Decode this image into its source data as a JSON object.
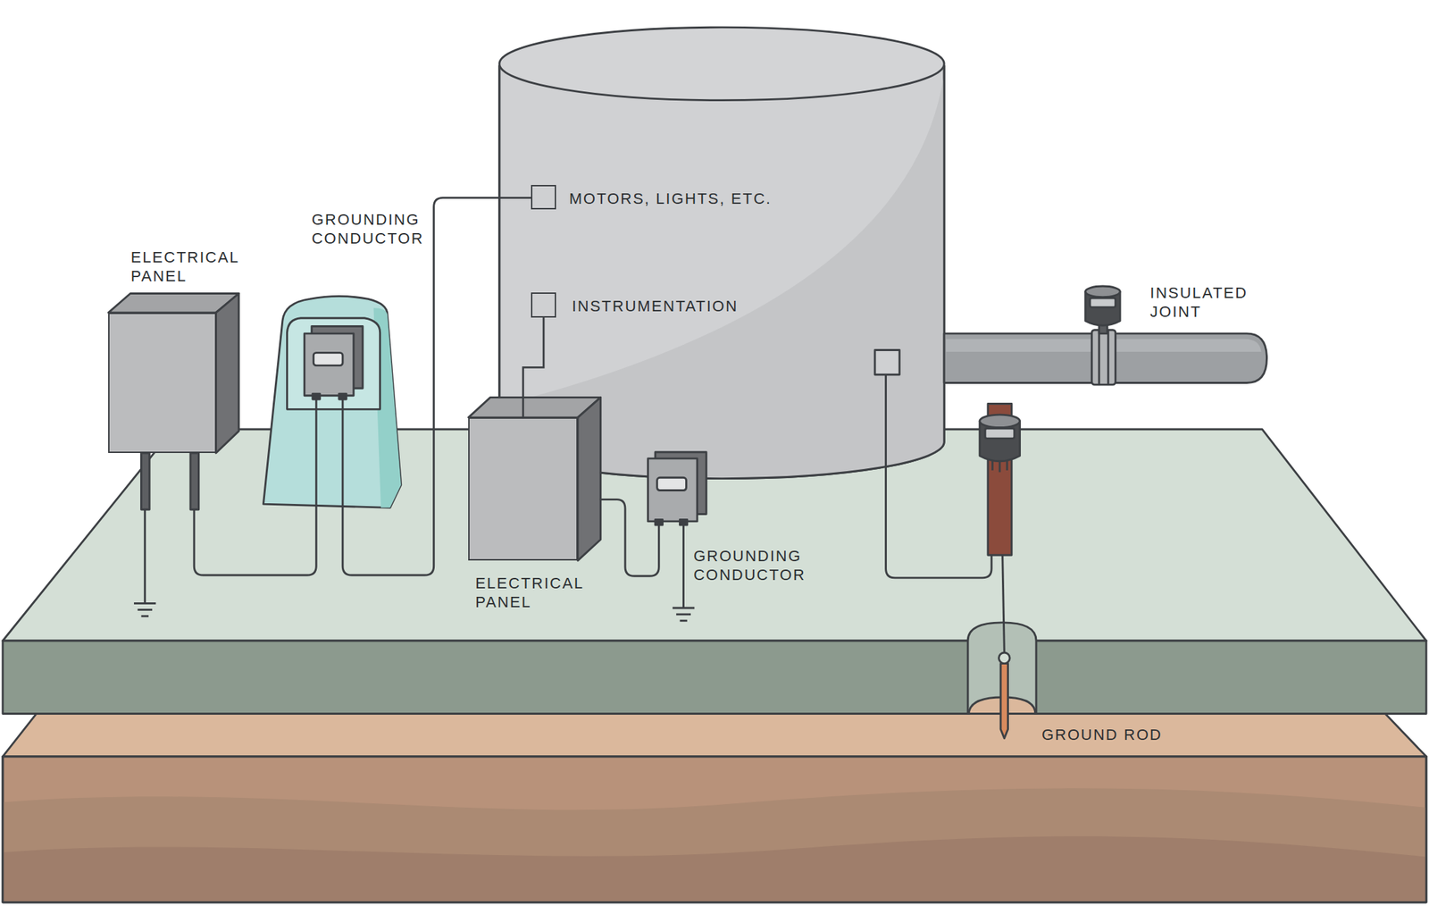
{
  "diagram": {
    "nodes": [
      {
        "text": [
          "MOTORS, LIGHTS, ETC."
        ]
      },
      {
        "text": [
          "ELECTRICAL PANEL"
        ]
      },
      {
        "text": [
          "INSTRUMENTATION"
        ]
      },
      {
        "text": [
          "ELECTRICAL PANEL"
        ]
      }
    ],
    "edges": [
      {
        "from": 2,
        "to": 3,
        "arrow": "none"
      }
    ],
    "labels": [
      "GROUNDING CONDUCTOR",
      "INSULATED JOINT",
      "GROUNDING CONDUCTOR",
      "GROUND ROD"
    ]
  }
}
